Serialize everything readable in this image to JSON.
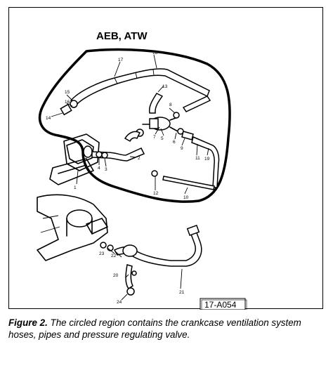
{
  "diagram": {
    "title": "AEB, ATW",
    "reference": "17-A054",
    "labels": [
      "1",
      "2",
      "3",
      "4",
      "5",
      "6",
      "7",
      "8",
      "9",
      "10",
      "11",
      "12",
      "13",
      "14",
      "15",
      "16",
      "17",
      "18",
      "19",
      "20",
      "21",
      "22",
      "23",
      "24"
    ]
  },
  "caption": {
    "lead": "Figure 2.",
    "text": " The circled region contains the crankcase ventilation system hoses, pipes and pressure regulating valve."
  }
}
